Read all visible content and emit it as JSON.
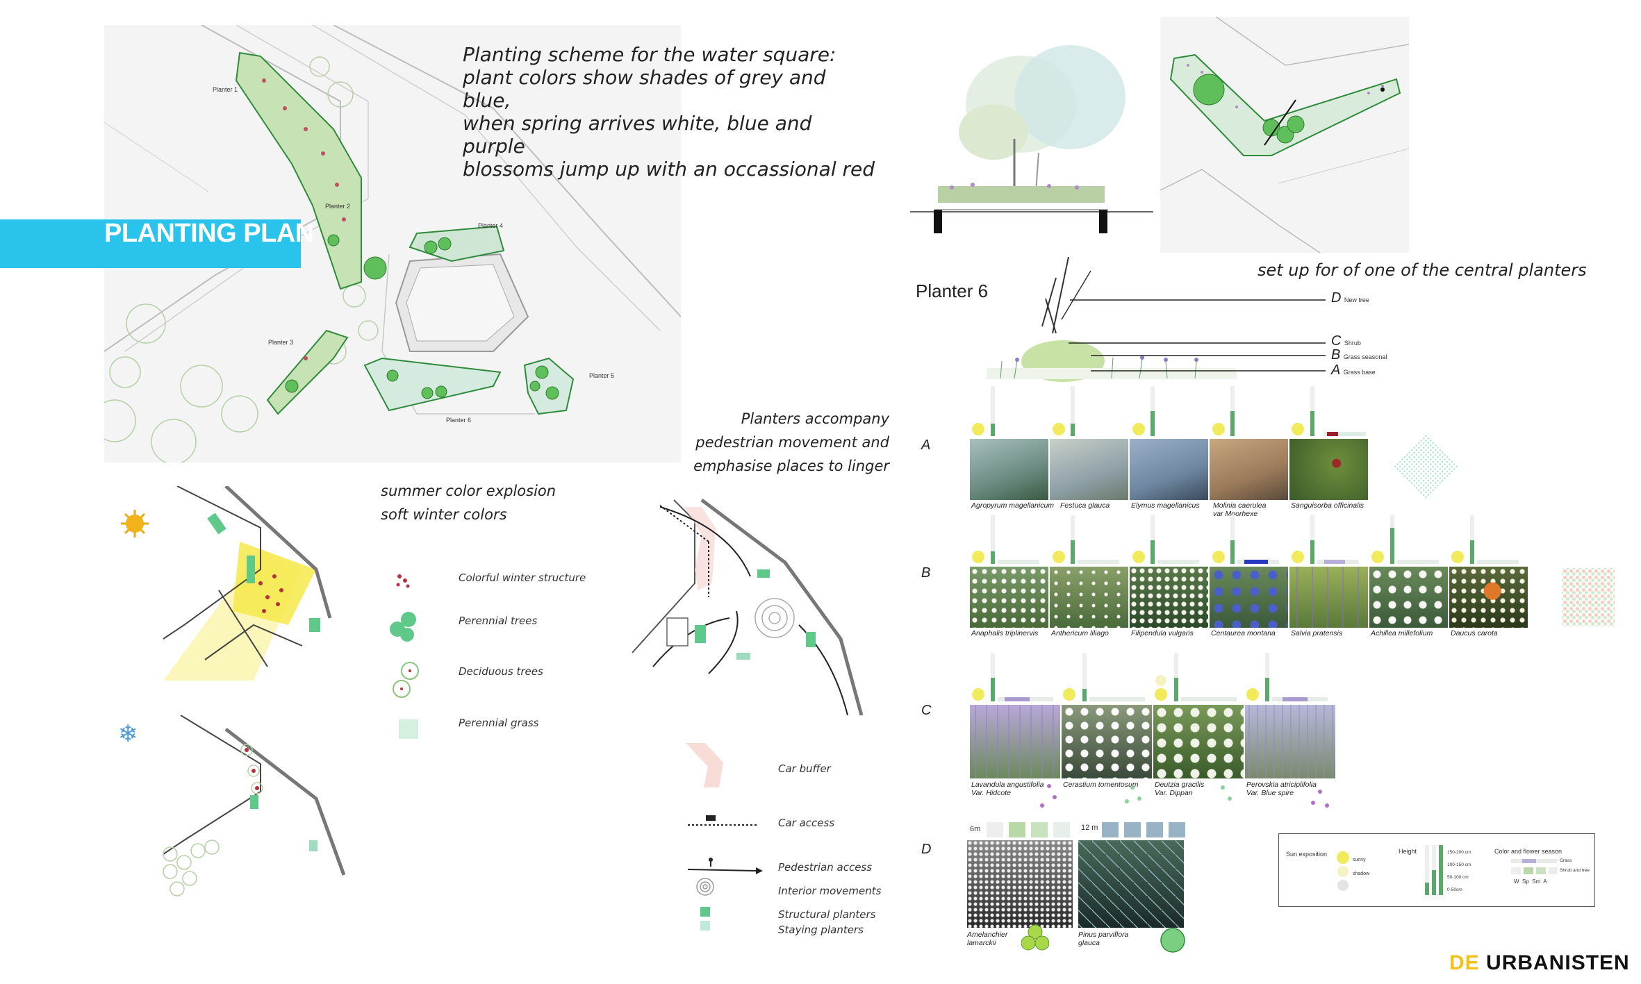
{
  "title": "PLANTING PLAN",
  "heading_lines": [
    "Planting scheme for the water square:",
    "plant colors show shades of grey and blue,",
    "when spring arrives white, blue and purple",
    "blossoms jump up with an occassional red"
  ],
  "map_labels": {
    "p1": "Planter 1",
    "p2": "Planter 2",
    "p3": "Planter 3",
    "p4": "Planter 4",
    "p5": "Planter 5",
    "p6": "Planter 6"
  },
  "season_notes": [
    "summer color explosion",
    "soft winter colors"
  ],
  "season_legend": [
    "Colorful winter structure",
    "Perennial trees",
    "Deciduous trees",
    "Perennial grass"
  ],
  "movement_notes": [
    "Planters accompany",
    "pedestrian movement and",
    "emphasise places to linger"
  ],
  "movement_legend": [
    "Car buffer",
    "Car access",
    "Pedestrian access",
    "Interior movements",
    "Structural planters",
    "Staying planters"
  ],
  "setup_caption": "set up for of one of the central planters",
  "planter_title": "Planter 6",
  "layers": [
    {
      "letter": "D",
      "label": "New tree"
    },
    {
      "letter": "C",
      "label": "Shrub"
    },
    {
      "letter": "B",
      "label": "Grass seasonal"
    },
    {
      "letter": "A",
      "label": "Grass base"
    }
  ],
  "rows": {
    "A": {
      "letter": "A",
      "plants": [
        {
          "name": "Agropyrum magellanicum",
          "color": "#7f9a8a"
        },
        {
          "name": "Festuca glauca",
          "color": "#9aaab0"
        },
        {
          "name": "Elymus magellanicus",
          "color": "#6e87a0"
        },
        {
          "name": "Molinia caerulea",
          "sub": "var Moorhexe",
          "color": "#9a7a5a"
        },
        {
          "name": "Sanguisorba officinalis",
          "color": "#5f7a3a"
        }
      ]
    },
    "B": {
      "letter": "B",
      "plants": [
        {
          "name": "Anaphalis triplinervis",
          "color": "#8fa27a"
        },
        {
          "name": "Anthericum liliago",
          "color": "#6f8a4a"
        },
        {
          "name": "Filipendula vulgaris",
          "color": "#7a8a5a"
        },
        {
          "name": "Centaurea montana",
          "color": "#5a6fa0"
        },
        {
          "name": "Salvia pratensis",
          "color": "#6a8a3a"
        },
        {
          "name": "Achillea millefolium",
          "color": "#7f9a6a"
        },
        {
          "name": "Daucus carota",
          "color": "#8a7a4a"
        }
      ]
    },
    "C": {
      "letter": "C",
      "plants": [
        {
          "name": "Lavandula angustifolia",
          "sub": "Var. Hidcote",
          "color": "#8a6aa8"
        },
        {
          "name": "Cerastium tomentosum",
          "color": "#8a9a7a"
        },
        {
          "name": "Deutzia gracilis",
          "sub": "Var. Dippan",
          "color": "#7a9a5a"
        },
        {
          "name": "Perovskia atriciplifolia",
          "sub": "Var. Blue spire",
          "color": "#8a8aa8"
        }
      ]
    },
    "D": {
      "letter": "D",
      "heights": [
        "6m",
        "12 m"
      ],
      "plants": [
        {
          "name": "Amelanchier",
          "sub": "lamarckii",
          "color": "#6a6a6a"
        },
        {
          "name": "Pinus parviflora",
          "sub": "glauca",
          "color": "#3a6a5a"
        }
      ]
    }
  },
  "key": {
    "sun_title": "Sun exposition",
    "sun_items": [
      "sunny",
      "",
      "shadow"
    ],
    "height_title": "Height",
    "height_items": [
      "150-200 cm",
      "100-150 cm",
      "50-100 cm",
      "0-50cm"
    ],
    "color_title": "Color and flower season",
    "color_items": [
      "Grass",
      "Shrub and tree"
    ],
    "season_letters": "W  Sp  Sm  A"
  },
  "logo_a": "DE",
  "logo_b": "URBANISTEN",
  "colors": {
    "accent": "#29c3ec",
    "planter_green": "#4caf50",
    "structural": "#5fc98a",
    "staying": "#bfe9d9",
    "height_bar": "#5aa86a"
  }
}
